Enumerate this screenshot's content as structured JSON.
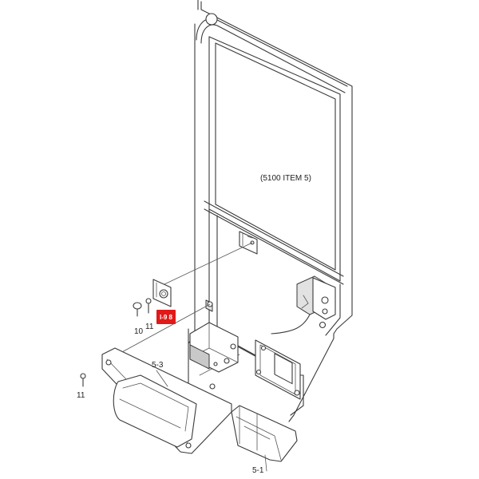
{
  "callouts": {
    "assembly_note": "(5100 ITEM 5)",
    "part_10": "10",
    "part_11_upper": "11",
    "part_11_lower": "11",
    "part_5_3": "5-3",
    "part_5_1": "5-1",
    "highlight_tag": "I-9 8"
  },
  "colors": {
    "highlight": "#e01a1a"
  }
}
